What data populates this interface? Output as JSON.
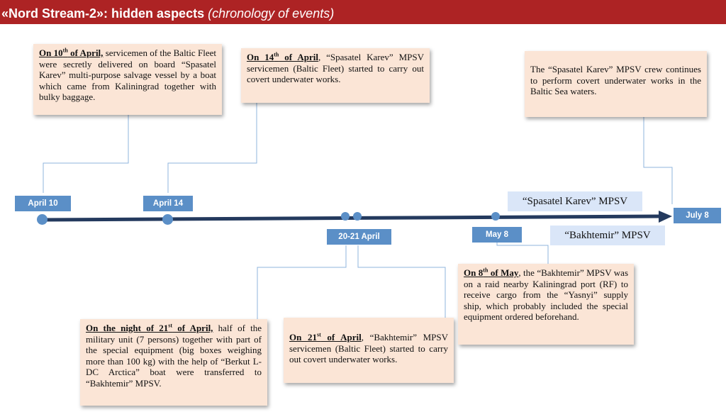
{
  "title": {
    "main": "«Nord Stream-2»: hidden aspects",
    "sub": "(chronology of events)"
  },
  "timeline": {
    "dates": {
      "april10": "April 10",
      "april14": "April 14",
      "april20_21": "20-21 April",
      "may8": "May 8",
      "july8": "July 8"
    },
    "vessels": {
      "karev": "“Spasatel Karev” MPSV",
      "bakhtemir": "“Bakhtemir” MPSV"
    }
  },
  "events": {
    "april10": {
      "lead": "On 10",
      "sup": "th",
      "lead_end": " of April,",
      "text": " servicemen of the Baltic Fleet were secretly delivered on board “Spasatel Karev” multi-purpose salvage vessel by a boat which came from Kaliningrad together with bulky baggage."
    },
    "april14": {
      "lead": "On 14",
      "sup": "th",
      "lead_end": " of April",
      "text": ", “Spasatel Karev” MPSV servicemen (Baltic Fleet) started to carry out covert underwater works."
    },
    "july8": {
      "text": "The “Spasatel Karev” MPSV crew continues to perform covert underwater works in the Baltic Sea waters."
    },
    "april21_night": {
      "lead": "On the night of 21",
      "sup": "st",
      "lead_end": " of April,",
      "text": " half of the military unit (7 persons) together with part of the special equipment (big boxes weighing more than 100 kg) with the help of “Berkut L-DC Arctica” boat were transferred to “Bakhtemir” MPSV."
    },
    "april21": {
      "lead": "On 21",
      "sup": "st",
      "lead_end": " of April",
      "text": ", “Bakhtemir” MPSV servicemen (Baltic Fleet) started to carry out covert underwater works."
    },
    "may8": {
      "lead": "On 8",
      "sup": "th",
      "lead_end": " of May",
      "text": ", the “Bakhtemir” MPSV was on a raid nearby Kaliningrad port (RF) to receive cargo from the “Yasnyi” supply ship, which probably included the special equipment ordered beforehand."
    }
  },
  "colors": {
    "title_bg": "#ad2324",
    "box_bg": "#fbe5d6",
    "tag_bg": "#5b8fc7",
    "vessel_bg": "#dae6f8",
    "axis": "#243a5e",
    "connector": "#8fb4de"
  }
}
